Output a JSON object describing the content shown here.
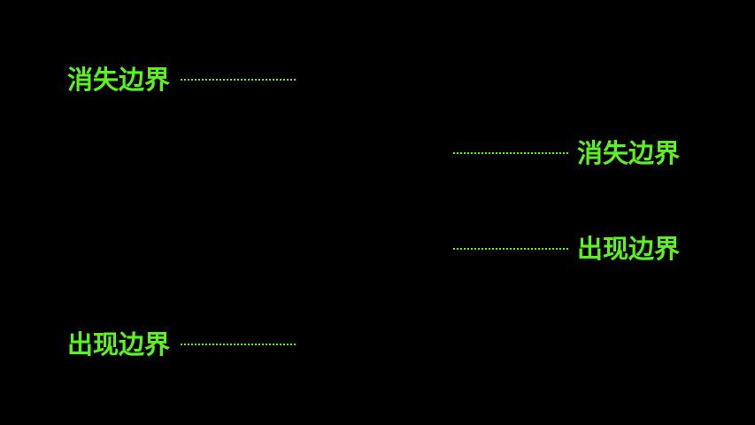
{
  "colors": {
    "background": "#000000",
    "accent": "#5cf21f"
  },
  "markers": [
    {
      "label": "消失边界"
    },
    {
      "label": "消失边界"
    },
    {
      "label": "出现边界"
    },
    {
      "label": "出现边界"
    }
  ]
}
